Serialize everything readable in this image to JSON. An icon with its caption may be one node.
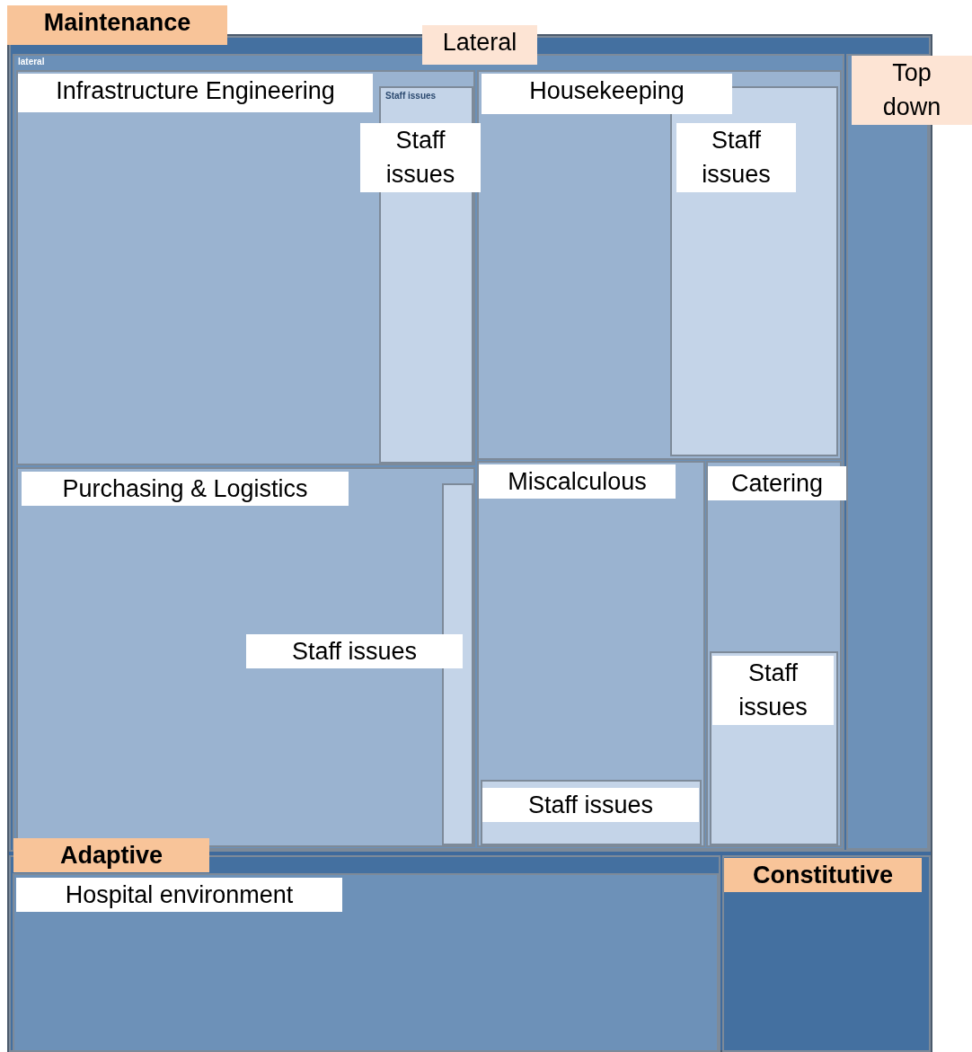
{
  "diagram": {
    "nodes": [
      {
        "text": [
          "Maintenance"
        ]
      },
      {
        "text": [
          "lateral",
          "Lateral"
        ],
        "in": 0
      },
      {
        "text": [
          "Top down"
        ],
        "in": 0
      },
      {
        "text": [
          "Infrastructure Engineering"
        ],
        "in": 1
      },
      {
        "text": [
          "Staff issues",
          "Staff issues"
        ],
        "in": 3
      },
      {
        "text": [
          "Housekeeping"
        ],
        "in": 1
      },
      {
        "text": [
          "Staff issues"
        ],
        "in": 5
      },
      {
        "text": [
          "Purchasing & Logistics"
        ],
        "in": 1
      },
      {
        "text": [
          "Staff issues"
        ],
        "in": 7
      },
      {
        "text": [
          "Miscalculous"
        ],
        "in": 1
      },
      {
        "text": [
          "Staff issues"
        ],
        "in": 9
      },
      {
        "text": [
          "Catering"
        ],
        "in": 1
      },
      {
        "text": [
          "Staff issues"
        ],
        "in": 11
      },
      {
        "text": [
          "Adaptive"
        ]
      },
      {
        "text": [
          "Hospital environment"
        ],
        "in": 13
      },
      {
        "text": [
          "Constitutive"
        ]
      }
    ]
  }
}
